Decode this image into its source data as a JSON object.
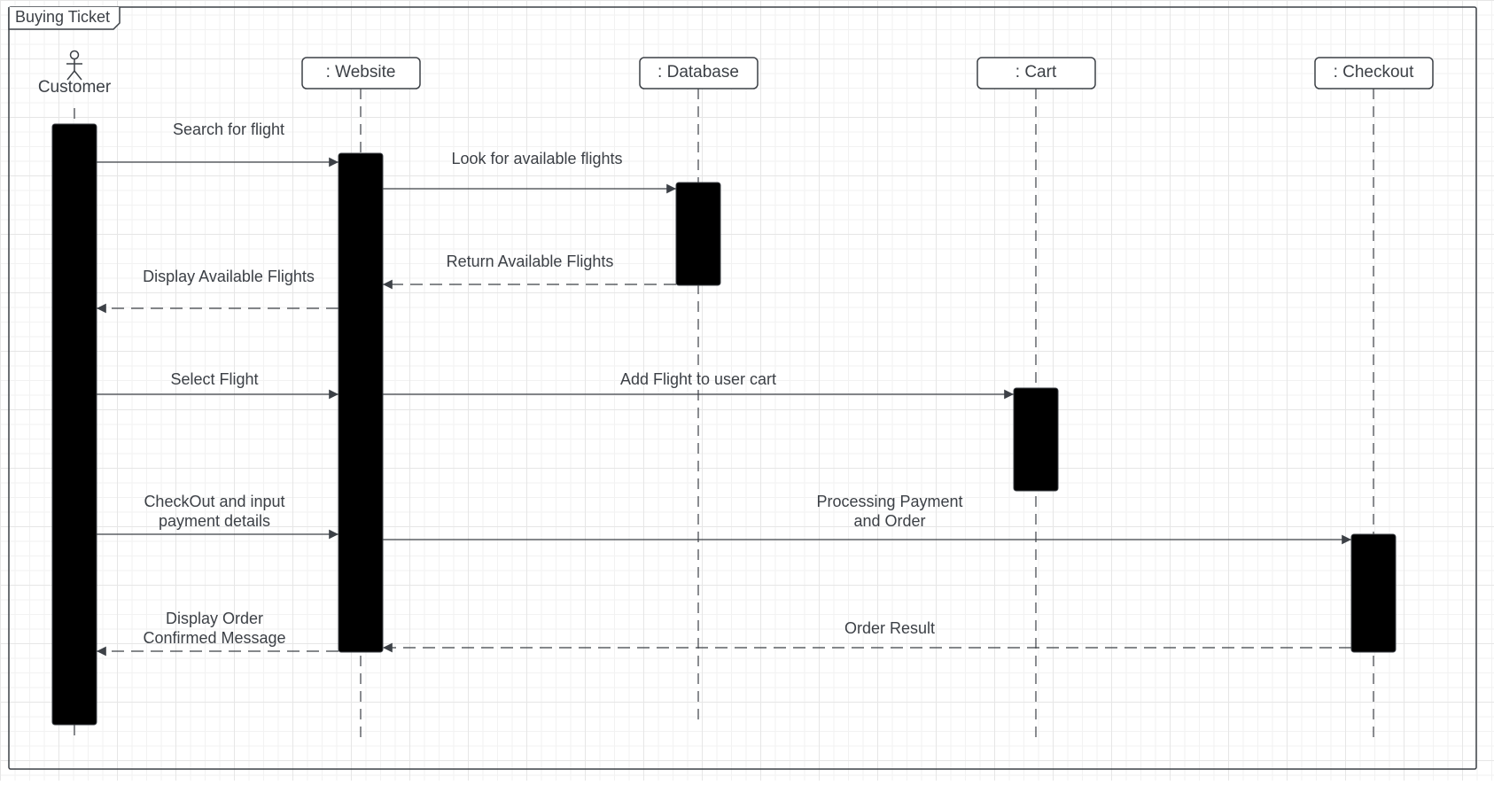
{
  "frame": {
    "title": "Buying Ticket"
  },
  "lifelines": [
    {
      "id": "customer",
      "label": "Customer",
      "kind": "actor"
    },
    {
      "id": "website",
      "label": ": Website",
      "kind": "object"
    },
    {
      "id": "database",
      "label": ": Database",
      "kind": "object"
    },
    {
      "id": "cart",
      "label": ": Cart",
      "kind": "object"
    },
    {
      "id": "checkout",
      "label": ": Checkout",
      "kind": "object"
    }
  ],
  "messages": [
    {
      "label": [
        "Search for flight"
      ],
      "from": "customer",
      "to": "website",
      "style": "sync"
    },
    {
      "label": [
        "Look for available flights"
      ],
      "from": "website",
      "to": "database",
      "style": "sync"
    },
    {
      "label": [
        "Return Available Flights"
      ],
      "from": "database",
      "to": "website",
      "style": "return"
    },
    {
      "label": [
        "Display Available Flights"
      ],
      "from": "website",
      "to": "customer",
      "style": "return"
    },
    {
      "label": [
        "Select Flight"
      ],
      "from": "customer",
      "to": "website",
      "style": "async"
    },
    {
      "label": [
        "Add Flight to user cart"
      ],
      "from": "website",
      "to": "cart",
      "style": "sync"
    },
    {
      "label": [
        "CheckOut and input",
        "payment details"
      ],
      "from": "customer",
      "to": "website",
      "style": "async"
    },
    {
      "label": [
        "Processing Payment",
        "and Order"
      ],
      "from": "website",
      "to": "checkout",
      "style": "async"
    },
    {
      "label": [
        "Order Result"
      ],
      "from": "checkout",
      "to": "website",
      "style": "return"
    },
    {
      "label": [
        "Display Order",
        "Confirmed Message"
      ],
      "from": "website",
      "to": "customer",
      "style": "return"
    }
  ],
  "colors": {
    "line": "#3c4046",
    "activation": "#000000",
    "grid": "#e6e6e6",
    "text": "#3c4046"
  }
}
